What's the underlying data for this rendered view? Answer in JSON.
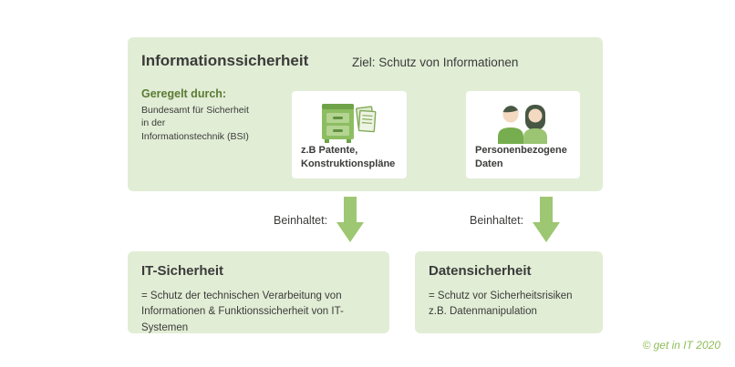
{
  "colors": {
    "panel_bg": "#e1edd5",
    "card_bg": "#ffffff",
    "arrow_green": "#9dc772",
    "dark_text": "#3b3b3a",
    "heading_green": "#5a7a33",
    "copyright_green": "#8fbc59"
  },
  "main_panel": {
    "title": "Informationssicherheit",
    "subtitle": "Ziel: Schutz von Informationen",
    "regulated_by": {
      "label": "Geregelt durch:",
      "body": "Bundesamt für Sicherheit in der Informationstechnik (BSI)"
    },
    "cards": [
      {
        "icon": "cabinet-documents-icon",
        "label": "z.B Patente, Konstruktionspläne"
      },
      {
        "icon": "persons-icon",
        "label": "Personenbezogene Daten"
      }
    ]
  },
  "connectors": [
    {
      "label": "Beinhaltet:"
    },
    {
      "label": "Beinhaltet:"
    }
  ],
  "bottom_boxes": [
    {
      "title": "IT-Sicherheit",
      "description": "= Schutz der technischen Verarbeitung von Informationen & Funktionssicherheit von IT-Systemen"
    },
    {
      "title": "Datensicherheit",
      "description": "= Schutz vor Sicherheitsrisiken z.B. Datenmanipulation"
    }
  ],
  "footer": {
    "copyright": "© get in IT 2020"
  }
}
